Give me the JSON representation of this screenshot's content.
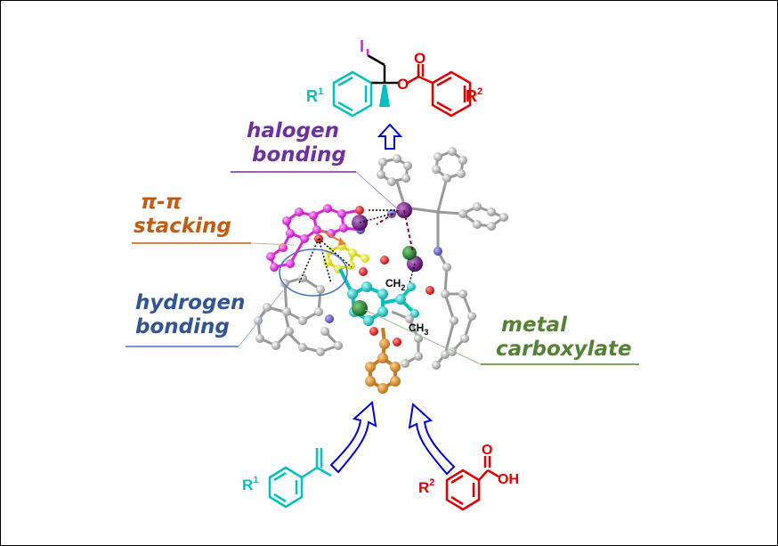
{
  "labels": {
    "halogen_1": "halogen",
    "halogen_2": "bonding",
    "stacking_1": "π-π",
    "stacking_2": "stacking",
    "hydrogen_1": "hydrogen",
    "hydrogen_2": "bonding",
    "metal_1": "metal",
    "metal_2": "carboxylate"
  },
  "product": {
    "iodine": "I",
    "oxygen_ester": "O",
    "oxygen_carbonyl": "O",
    "r1": "R",
    "r1_sup": "1",
    "r2": "R",
    "r2_sup": "2"
  },
  "styrene": {
    "r": "R",
    "r_sup": "1"
  },
  "acid": {
    "r": "R",
    "r_sup": "2",
    "oh": "OH",
    "o": "O"
  },
  "model": {
    "ch2": "CH",
    "ch2_sub": "2",
    "ch3": "CH",
    "ch3_sub": "3"
  },
  "colors": {
    "halogen": "#7030a0",
    "stacking": "#c55a11",
    "hydrogen": "#2f5597",
    "metal": "#548235",
    "cyan": "#00c0c0",
    "red": "#e00000",
    "magenta": "#e020e0",
    "arrow": "#0000e0"
  }
}
